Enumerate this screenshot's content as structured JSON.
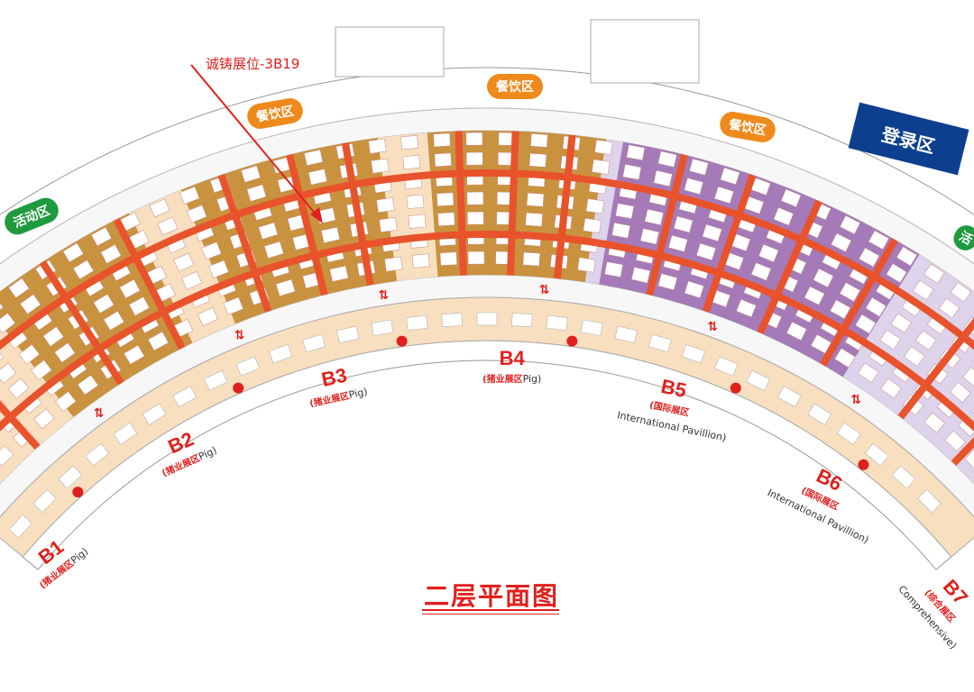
{
  "map": {
    "title": "二层平面图",
    "annotation": "诚铸展位-3B19",
    "areas": {
      "activity_left": "活动区",
      "activity_right": "活",
      "dining": [
        "餐饮区",
        "餐饮区",
        "餐饮区"
      ],
      "registration": "登录区"
    },
    "zones": [
      {
        "code": "B1",
        "name": "(猪业展区",
        "en": "Pig)"
      },
      {
        "code": "B2",
        "name": "(猪业展区",
        "en": "Pig)"
      },
      {
        "code": "B3",
        "name": "(猪业展区",
        "en": "Pig)"
      },
      {
        "code": "B4",
        "name": "(猪业展区",
        "en": "Pig)"
      },
      {
        "code": "B5",
        "name": "(国际展区",
        "en": "International Pavillion)"
      },
      {
        "code": "B6",
        "name": "(国际展区",
        "en": "International Pavillion)"
      },
      {
        "code": "B7",
        "name": "(综合展区",
        "en": "Comprehensive)"
      }
    ],
    "colors": {
      "corridor": "#e8532c",
      "pig_hall": "#f7dfc0",
      "large_block": "#c9923f",
      "international": "#a47bb8",
      "international_light": "#ddd3ea",
      "accent_red": "#e0201c",
      "registration": "#0d3f8f"
    }
  }
}
